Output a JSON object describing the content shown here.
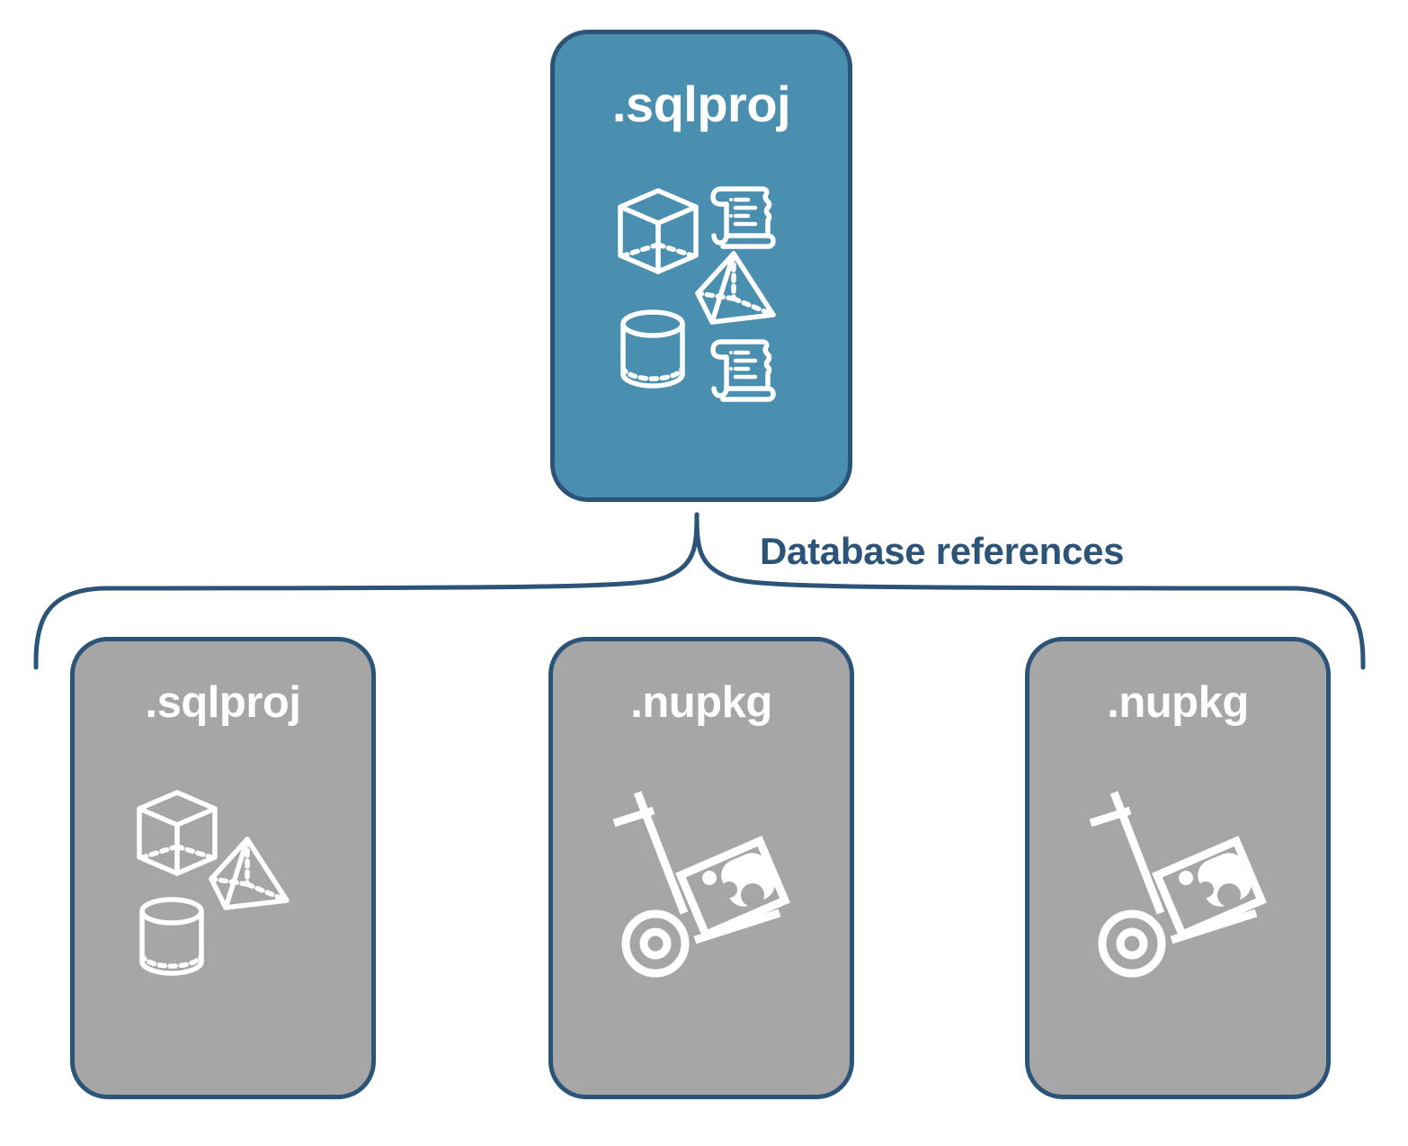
{
  "diagram": {
    "title": "Database references",
    "colors": {
      "root_fill": "#4a8fb0",
      "reference_fill": "#a6a6a6",
      "stroke": "#2c5378",
      "icon": "#ffffff",
      "label_text": "#2c5378",
      "background": "#ffffff"
    },
    "root": {
      "label": ".sqlproj",
      "icons": [
        "cube-wireframe-icon",
        "scroll-script-icon",
        "pyramid-wireframe-icon",
        "cylinder-wireframe-icon",
        "scroll-script-icon"
      ]
    },
    "connector": {
      "type": "curly-brace",
      "label": "Database references",
      "direction": "root-to-children"
    },
    "references": [
      {
        "label": ".sqlproj",
        "icon": "database-objects-icon",
        "icons": [
          "cube-wireframe-icon",
          "pyramid-wireframe-icon",
          "cylinder-wireframe-icon"
        ]
      },
      {
        "label": ".nupkg",
        "icon": "hand-truck-package-icon",
        "icons": [
          "hand-truck-package-icon"
        ]
      },
      {
        "label": ".nupkg",
        "icon": "hand-truck-package-icon",
        "icons": [
          "hand-truck-package-icon"
        ]
      }
    ]
  }
}
